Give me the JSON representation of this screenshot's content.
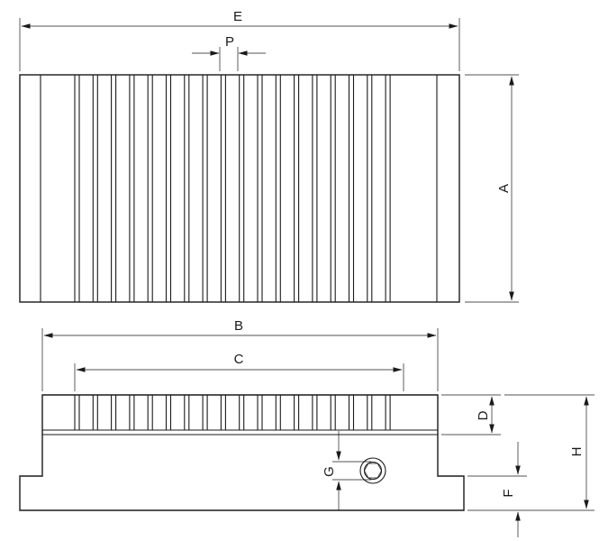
{
  "drawing": {
    "type": "technical-drawing",
    "views": [
      "top-view",
      "front-view"
    ],
    "colors": {
      "ink": "#1a1a1a",
      "paper": "#ffffff"
    }
  },
  "dimensions": {
    "E": "E",
    "P": "P",
    "A": "A",
    "B": "B",
    "C": "C",
    "D": "D",
    "H": "H",
    "G": "G",
    "F": "F"
  }
}
